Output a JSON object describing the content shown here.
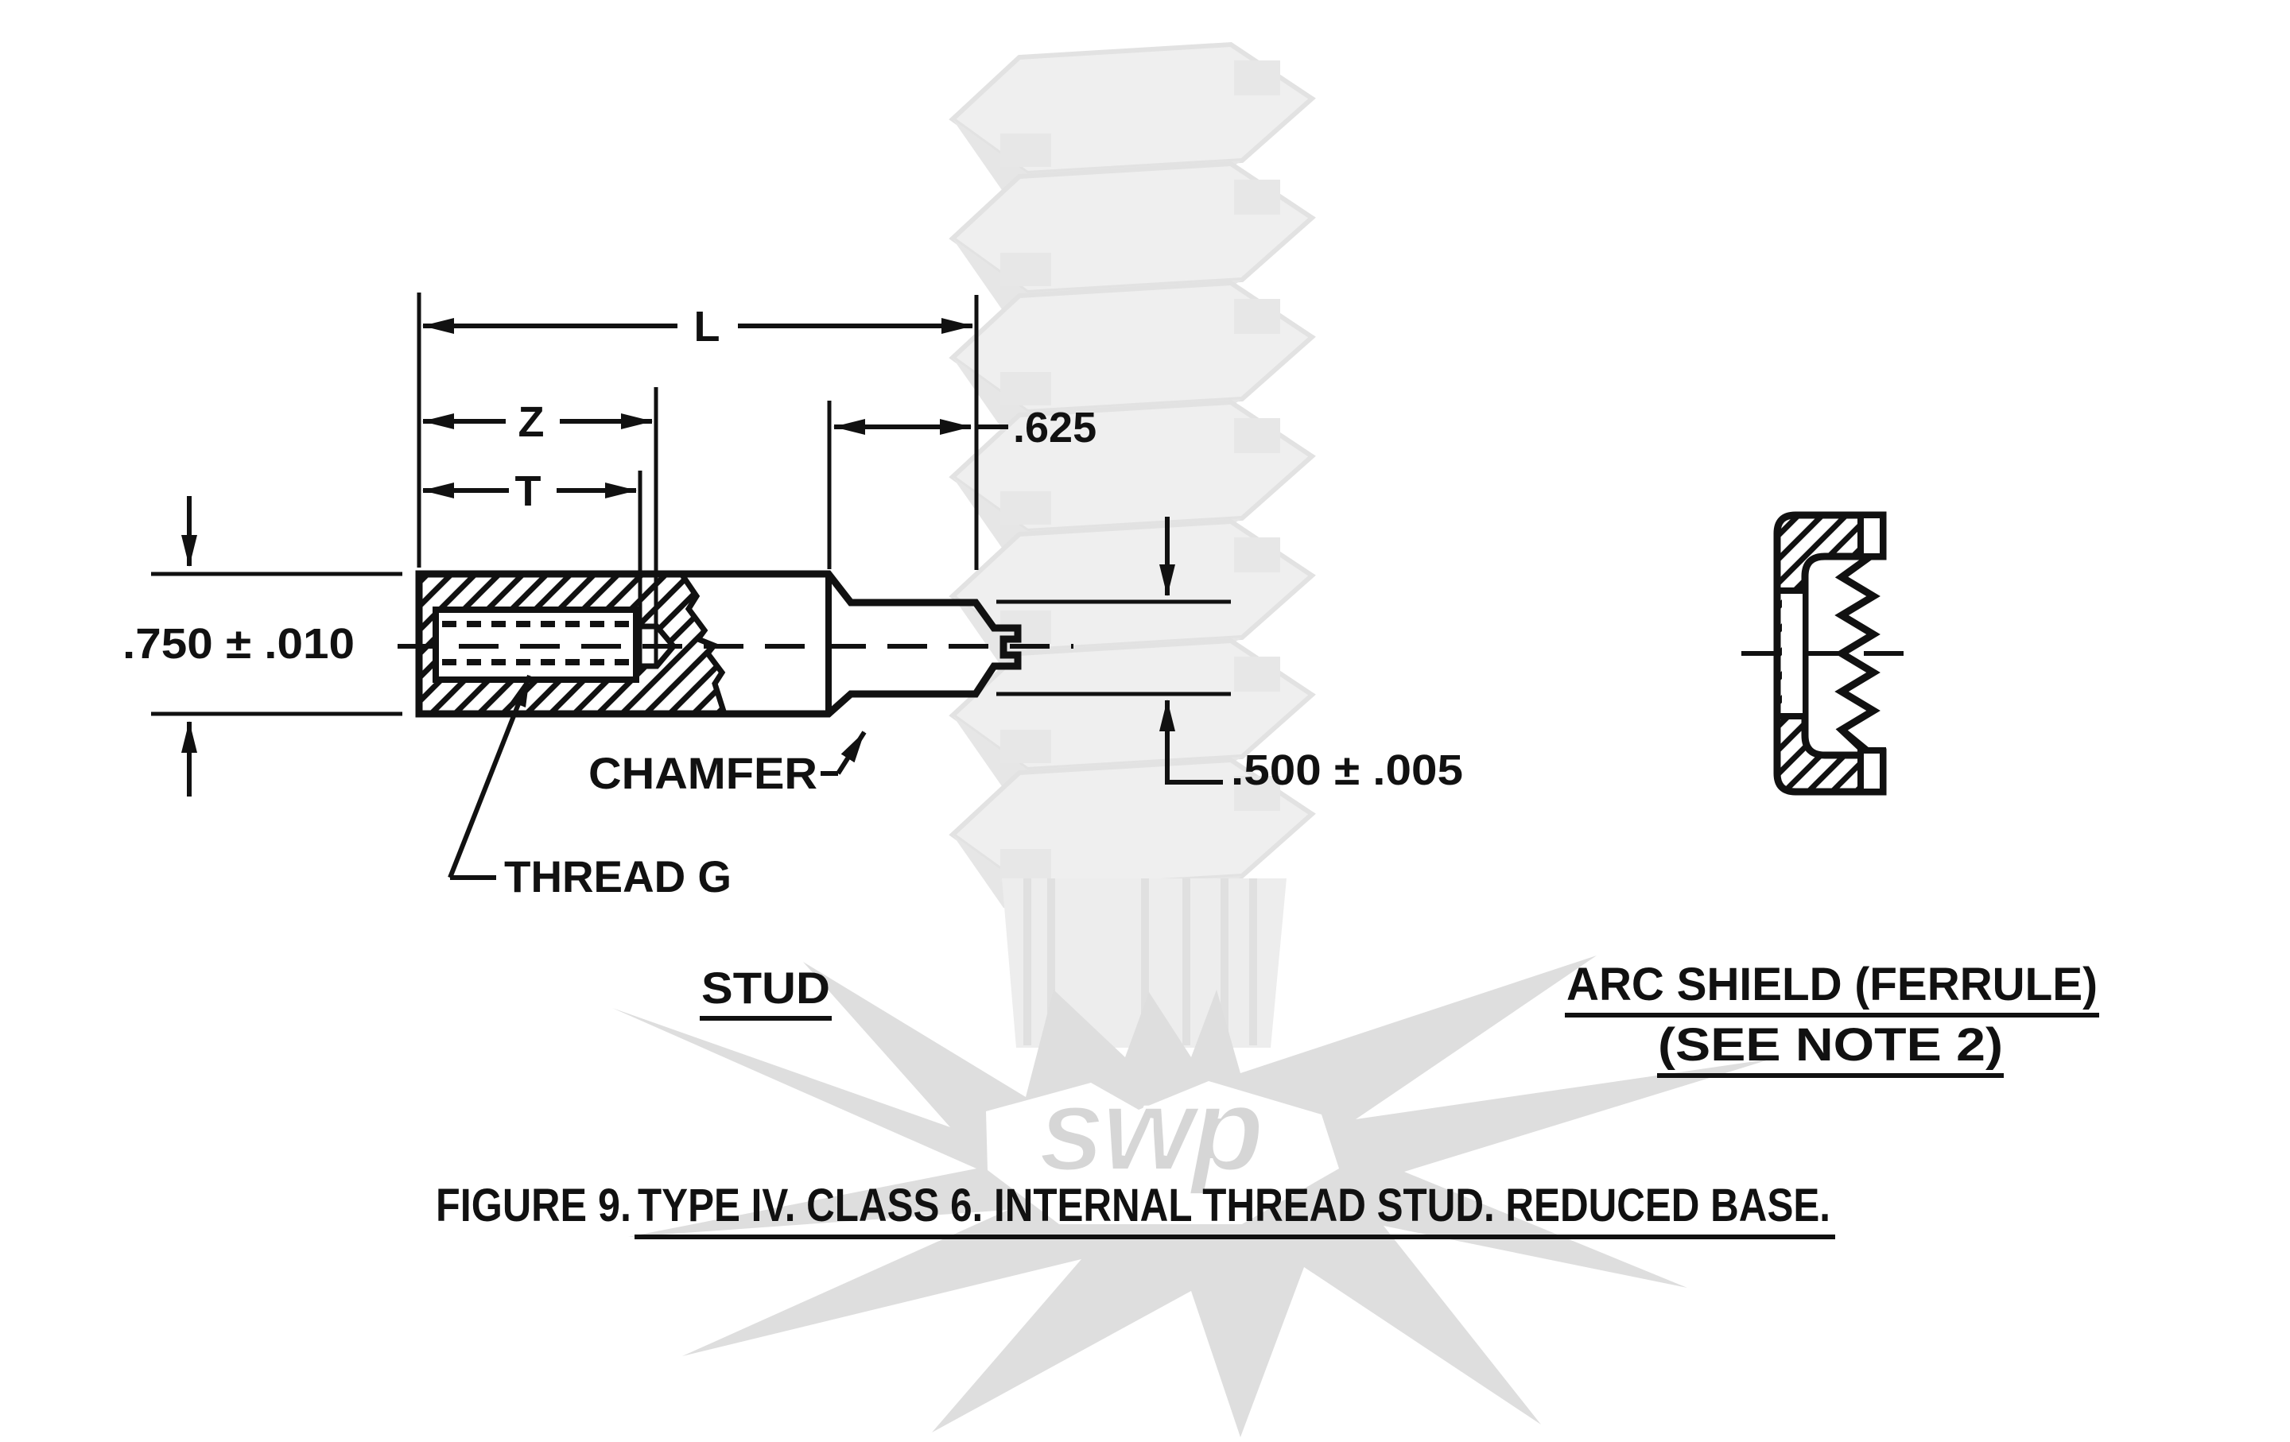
{
  "page": {
    "background": "#ffffff",
    "ink": "#111111"
  },
  "watermark": {
    "logo_text": "swp",
    "star_color": "#dedede",
    "thread_color": "#efefef",
    "thread_edge_color": "#e2e2e2"
  },
  "stud": {
    "view_label": "STUD",
    "chamfer_label": "CHAMFER",
    "thread_label": "THREAD G"
  },
  "ferrule": {
    "label_line1": "ARC SHIELD (FERRULE)",
    "label_line2": "(SEE NOTE 2)"
  },
  "dims": {
    "overall_length": "L",
    "z_dim": "Z",
    "t_dim": "T",
    "tip_length": ".625",
    "base_diameter": ".750 ± .010",
    "shank_diameter": ".500 ± .005"
  },
  "caption": {
    "prefix": "FIGURE 9.",
    "title": "TYPE IV. CLASS 6. INTERNAL THREAD STUD. REDUCED BASE."
  }
}
